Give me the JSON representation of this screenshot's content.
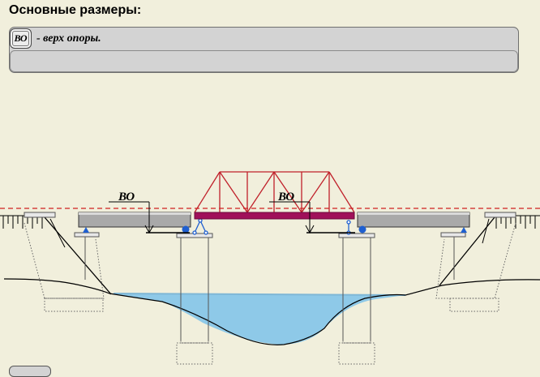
{
  "header": {
    "title": "Основные размеры:"
  },
  "legend": {
    "badge": "ВО",
    "description": "- верх опоры."
  },
  "diagram": {
    "labels": {
      "left_mark": "ВО",
      "right_mark": "ВО"
    },
    "colors": {
      "background": "#f1efdc",
      "truss": "#c0202a",
      "deck": "#a0105a",
      "water": "#8ec9e8",
      "span_beam": "#a9a9a9",
      "level_line": "#d02020",
      "bearing": "#1f5fd0",
      "ground": "#000000"
    }
  }
}
